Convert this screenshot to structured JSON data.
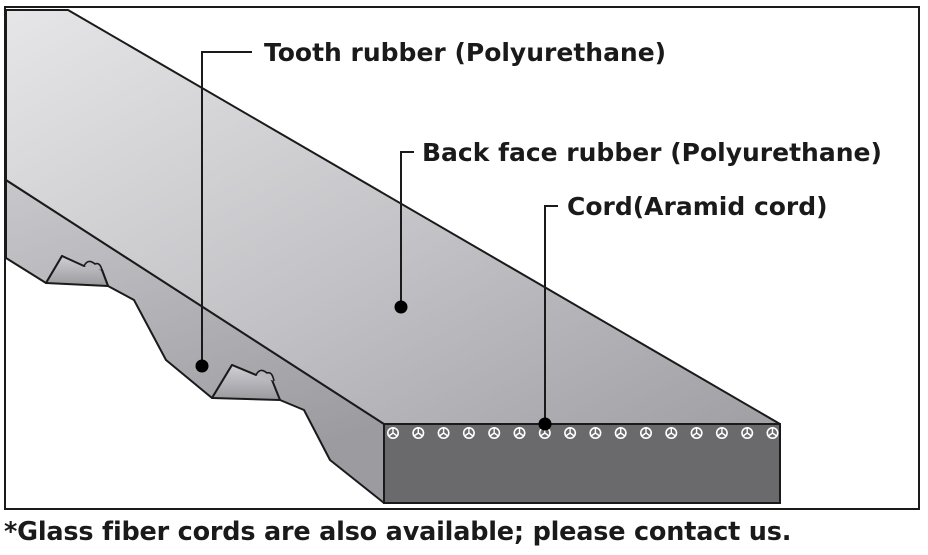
{
  "labels": {
    "tooth_rubber": "Tooth rubber (Polyurethane)",
    "back_face_rubber": "Back face rubber (Polyurethane)",
    "cord": "Cord(Aramid cord)"
  },
  "footnote": "*Glass fiber cords are also available; please contact us.",
  "colors": {
    "frame": "#1a1a1a",
    "belt_top_light": "#e4e4e6",
    "belt_top_dark": "#a4a4a8",
    "belt_side": "#b6b6ba",
    "belt_end_face": "#6a6a6c",
    "cord_marks": "#ffffff",
    "text": "#1a1a1a"
  }
}
